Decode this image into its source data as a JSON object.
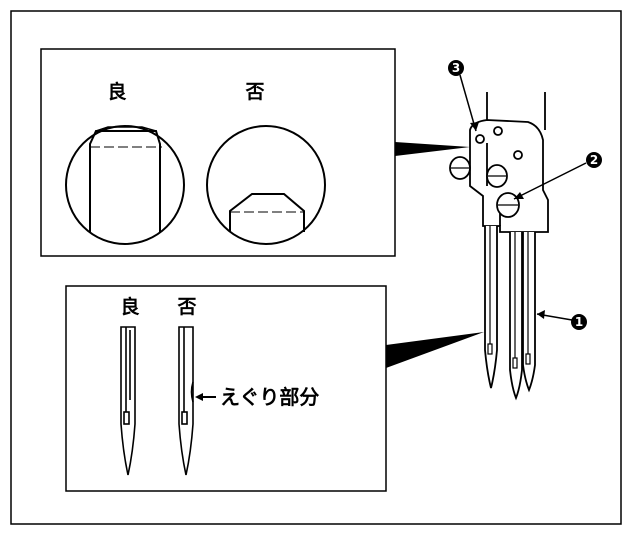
{
  "labels": {
    "top_good": "良",
    "top_bad": "否",
    "bottom_good": "良",
    "bottom_bad": "否",
    "groove": "えぐり部分"
  },
  "callouts": {
    "needle": "1",
    "set_screw": "2",
    "holder_screw": "3"
  },
  "colors": {
    "ink": "#000000",
    "paper": "#ffffff"
  }
}
